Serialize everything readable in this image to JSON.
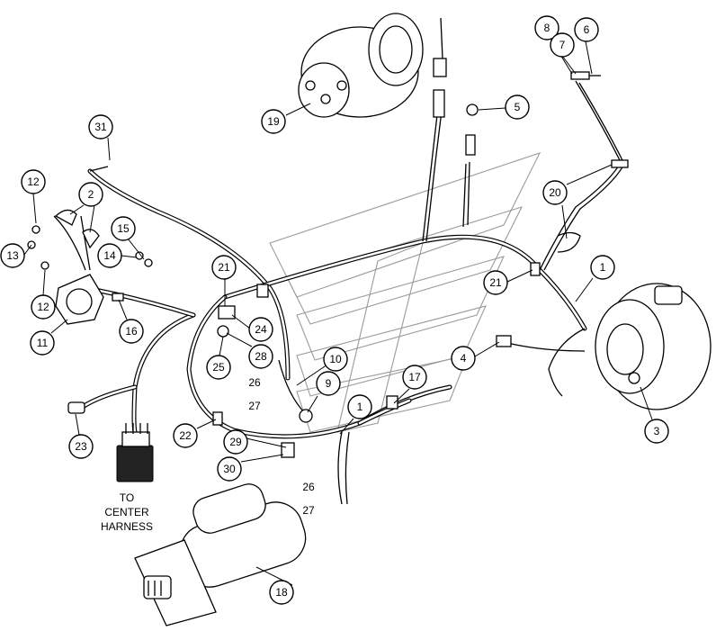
{
  "callouts": [
    {
      "label": "31"
    },
    {
      "label": "12"
    },
    {
      "label": "2"
    },
    {
      "label": "13"
    },
    {
      "label": "12"
    },
    {
      "label": "15"
    },
    {
      "label": "14"
    },
    {
      "label": "11"
    },
    {
      "label": "16"
    },
    {
      "label": "21"
    },
    {
      "label": "24"
    },
    {
      "label": "28"
    },
    {
      "label": "25"
    },
    {
      "label": "10"
    },
    {
      "label": "9"
    },
    {
      "label": "1"
    },
    {
      "label": "17"
    },
    {
      "label": "22"
    },
    {
      "label": "29"
    },
    {
      "label": "30"
    },
    {
      "label": "23"
    },
    {
      "label": "18"
    },
    {
      "label": "19"
    },
    {
      "label": "5"
    },
    {
      "label": "8"
    },
    {
      "label": "7"
    },
    {
      "label": "6"
    },
    {
      "label": "20"
    },
    {
      "label": "21"
    },
    {
      "label": "1"
    },
    {
      "label": "4"
    },
    {
      "label": "3"
    }
  ],
  "plain_numbers": [
    {
      "label": "26"
    },
    {
      "label": "27"
    },
    {
      "label": "26"
    },
    {
      "label": "27"
    }
  ],
  "note": {
    "line1": "TO",
    "line2": "CENTER",
    "line3": "HARNESS"
  }
}
